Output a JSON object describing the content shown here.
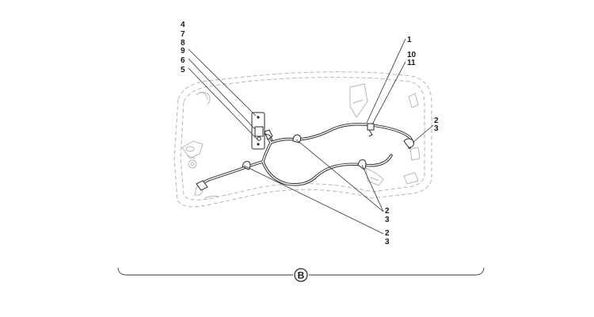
{
  "callouts": {
    "n4": "4",
    "n7": "7",
    "n8": "8",
    "n9": "9",
    "n6": "6",
    "n5": "5",
    "n1": "1",
    "n10": "10",
    "n11": "11",
    "right_2": "2",
    "right_3": "3",
    "mid_2": "2",
    "mid_3": "3",
    "bottom_2": "2",
    "bottom_3": "3"
  },
  "view_label": "B"
}
